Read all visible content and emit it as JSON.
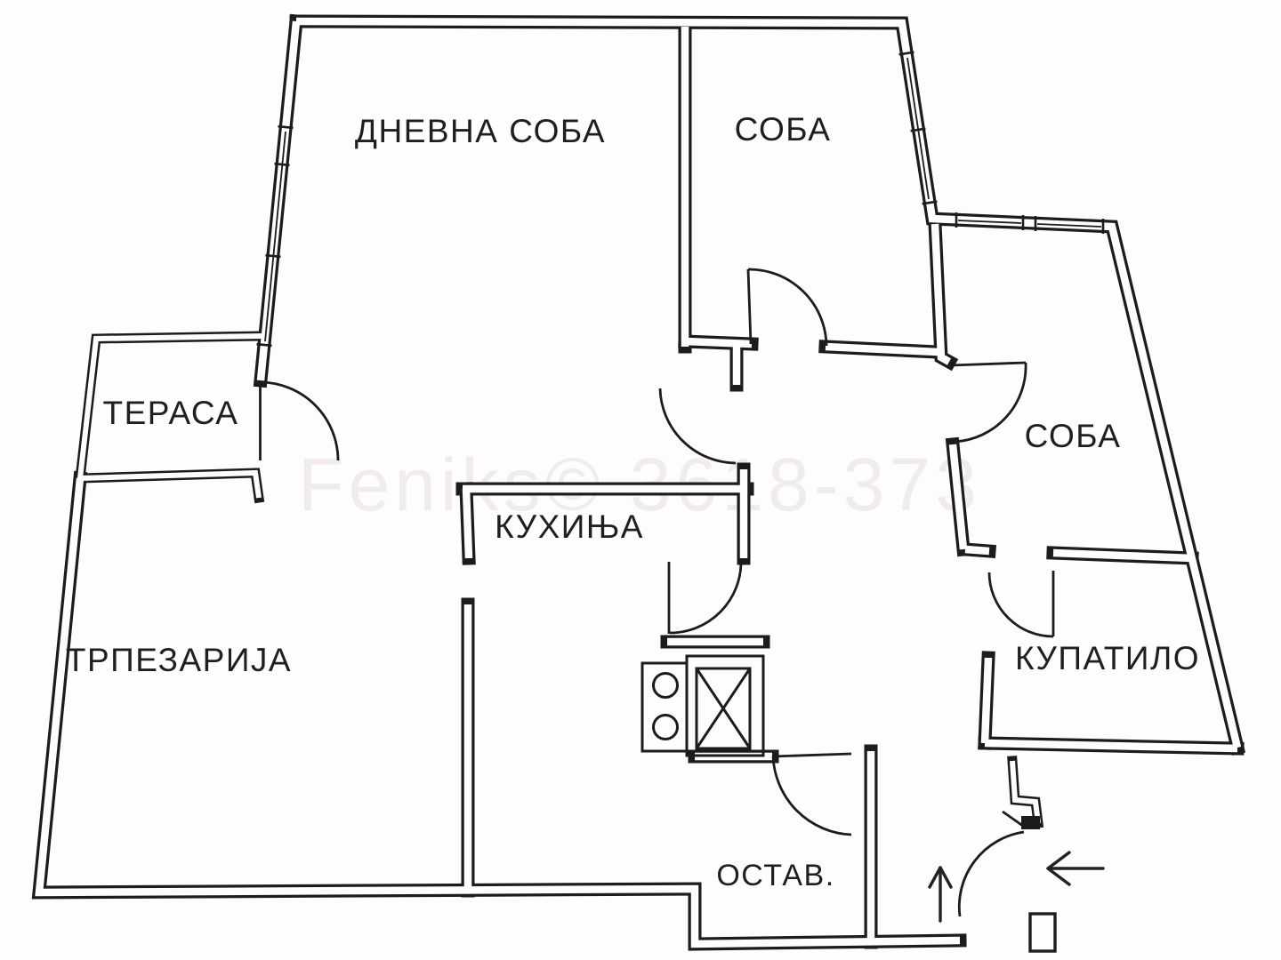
{
  "floor_plan": {
    "watermark": "Feniks© 3618-373",
    "colors": {
      "walls": "#1c1c1c",
      "background": "#fdfdfd",
      "watermark": "#f1ebeb"
    },
    "rooms": [
      {
        "id": "living-room",
        "label": "ДНЕВНА СОБА"
      },
      {
        "id": "bedroom-top",
        "label": "СОБА"
      },
      {
        "id": "bedroom-right",
        "label": "СОБА"
      },
      {
        "id": "terrace",
        "label": "ТЕРАСА"
      },
      {
        "id": "kitchen",
        "label": "КУХИЊА"
      },
      {
        "id": "dining-room",
        "label": "ТРПЕЗАРИЈА"
      },
      {
        "id": "bathroom",
        "label": "КУПАТИЛО"
      },
      {
        "id": "storage",
        "label": "ОСТАВ."
      }
    ],
    "icons": [
      "stove-icon",
      "sink-shaft-icon",
      "entrance-arrow-up-icon",
      "entrance-arrow-left-icon",
      "door-swing-icon",
      "window-icon"
    ]
  }
}
